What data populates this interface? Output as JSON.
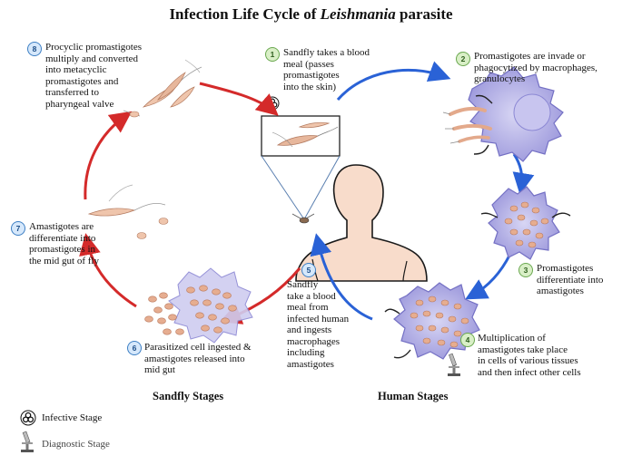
{
  "title": {
    "prefix": "Infection Life Cycle of ",
    "italic": "Leishmania",
    "suffix": " parasite"
  },
  "steps": [
    {
      "number": "1",
      "lines": [
        "Sandfly  takes  a blood",
        "meal  (passes",
        "promastigotes",
        "into  the skin)"
      ]
    },
    {
      "number": "2",
      "lines": [
        "Promastigotes  are  invade  or",
        "phagocytized by macrophages,",
        "granulocytes"
      ]
    },
    {
      "number": "3",
      "lines": [
        "Promastigotes",
        "differentiate into",
        "amastigotes"
      ]
    },
    {
      "number": "4",
      "lines": [
        "Multiplication of",
        "amastigotes  take place",
        "in cells of various tissues",
        "and then infect other cells"
      ]
    },
    {
      "number": "5",
      "lines": [
        "Sandfly",
        "take a blood",
        "meal from",
        "infected human",
        "and ingests",
        "macrophages",
        "including",
        "amastigotes"
      ]
    },
    {
      "number": "6",
      "lines": [
        "Parasitized cell ingested &",
        "amastigotes released into",
        "mid gut"
      ]
    },
    {
      "number": "7",
      "lines": [
        "Amastigotes are",
        "differentiate into",
        "promastigotes in",
        "the mid gut of fly"
      ]
    },
    {
      "number": "8",
      "lines": [
        "Procyclic promastigotes",
        "multiply  and converted",
        "into metacyclic",
        "promastigotes and",
        "transferred to",
        "pharyngeal valve"
      ]
    }
  ],
  "stage_labels": {
    "sandfly": "Sandfly Stages",
    "human": "Human Stages"
  },
  "legend": {
    "infective": "Infective Stage",
    "diagnostic": "Diagnostic Stage"
  },
  "colors": {
    "sandfly_arrow": "#d42a2a",
    "human_arrow": "#2a62d6",
    "cell_fill": "#a9a6e0",
    "cell_core": "#c9c6ef",
    "parasite": "#e0a88a",
    "skin": "#f8dccb",
    "badge_human": "#6aa84f",
    "badge_fly": "#3d7fc4"
  },
  "icons": {
    "infective": "biohazard-icon",
    "diagnostic": "microscope-icon"
  }
}
